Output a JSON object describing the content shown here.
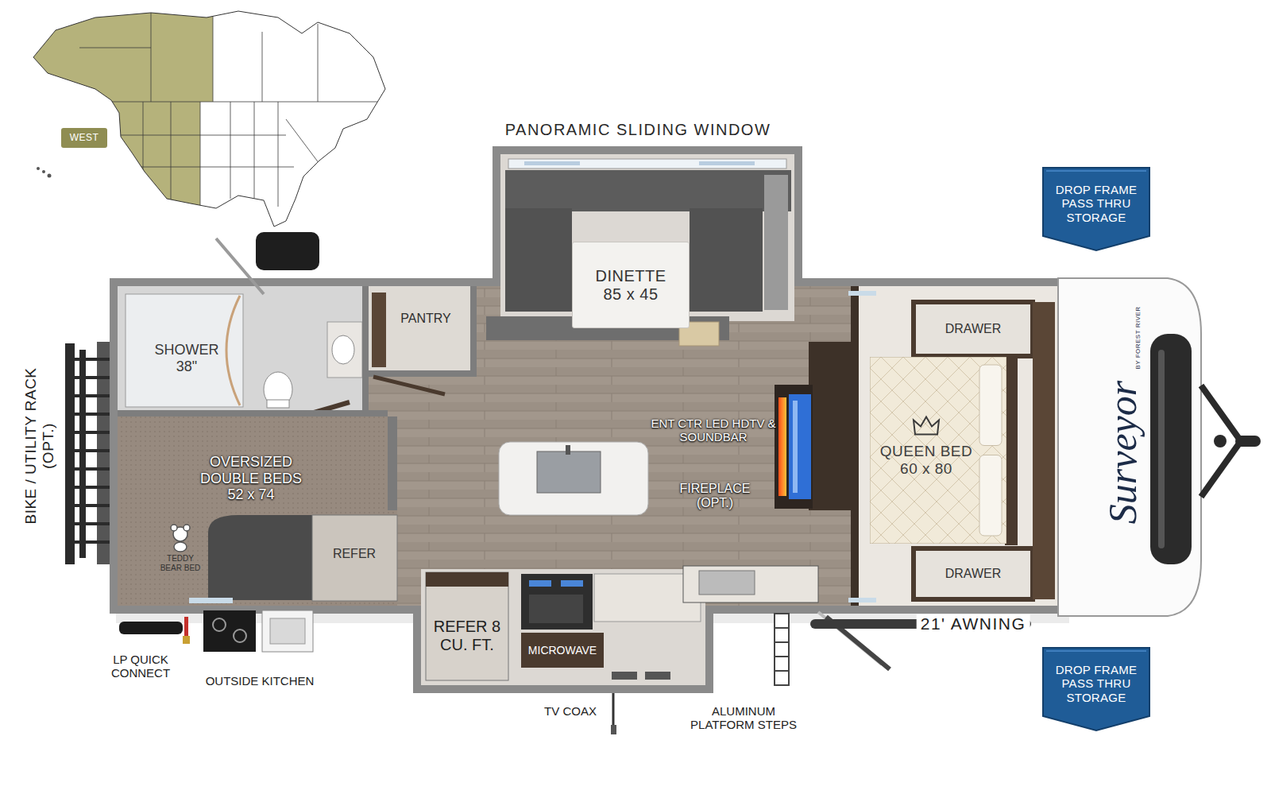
{
  "diagram": {
    "nodes": [
      {
        "text": [
          "WEST"
        ]
      },
      {
        "text": [
          "DROP FRAME PASS THRU STORAGE"
        ]
      },
      {
        "text": [
          "DINETTE 85 x 45"
        ]
      },
      {
        "text": [
          "QUEEN BED 60 x 80"
        ]
      },
      {
        "text": [
          "DROP FRAME PASS THRU STORAGE"
        ]
      }
    ],
    "labels": [
      "PANORAMIC SLIDING WINDOW",
      "PANTRY",
      "SHOWER 38\"",
      "ENT CTR LED HDTV & SOUNDBAR",
      "OVERSIZED DOUBLE BEDS 52 x 74",
      "FIREPLACE (OPT.)",
      "DRAWER",
      "BIKE / UTILITY RACK (OPT.)",
      "REFER",
      "TEDDY BEAR BED",
      "DRAWER",
      "Surveyor",
      "BY FOREST RIVER",
      "REFER 8 CU. FT.",
      "MICROWAVE",
      "21' AWNING",
      "LP QUICK CONNECT",
      "OUTSIDE KITCHEN",
      "TV COAX",
      "ALUMINUM PLATFORM STEPS"
    ]
  }
}
